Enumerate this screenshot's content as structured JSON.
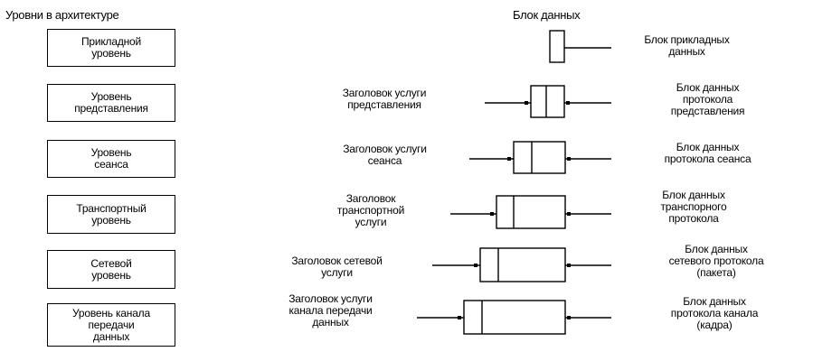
{
  "titles": {
    "levels": "Уровни в архитектуре",
    "data_block": "Блок данных"
  },
  "levels": [
    {
      "name": "Прикладной\nуровень",
      "header_label": "",
      "block_label": "Блок прикладных\nданных"
    },
    {
      "name": "Уровень\nпредставления",
      "header_label": "Заголовок услуги\nпредставления",
      "block_label": "Блок данных\nпротокола\nпредставления"
    },
    {
      "name": "Уровень\nсеанса",
      "header_label": "Заголовок услуги\nсеанса",
      "block_label": "Блок данных\nпротокола сеанса"
    },
    {
      "name": "Транспортный\nуровень",
      "header_label": "Заголовок\nтранспортной\nуслуги",
      "block_label": "Блок данных\nтранспорного\nпротокола"
    },
    {
      "name": "Сетевой\nуровень",
      "header_label": "Заголовок сетевой\nуслуги",
      "block_label": "Блок данных\nсетевого протокола\n(пакета)"
    },
    {
      "name": "Уровень канала\nпередачи\nданных",
      "header_label": "Заголовок услуги\nканала передачи\nданных",
      "block_label": "Блок данных\nпротокола канала\n(кадра)"
    }
  ]
}
